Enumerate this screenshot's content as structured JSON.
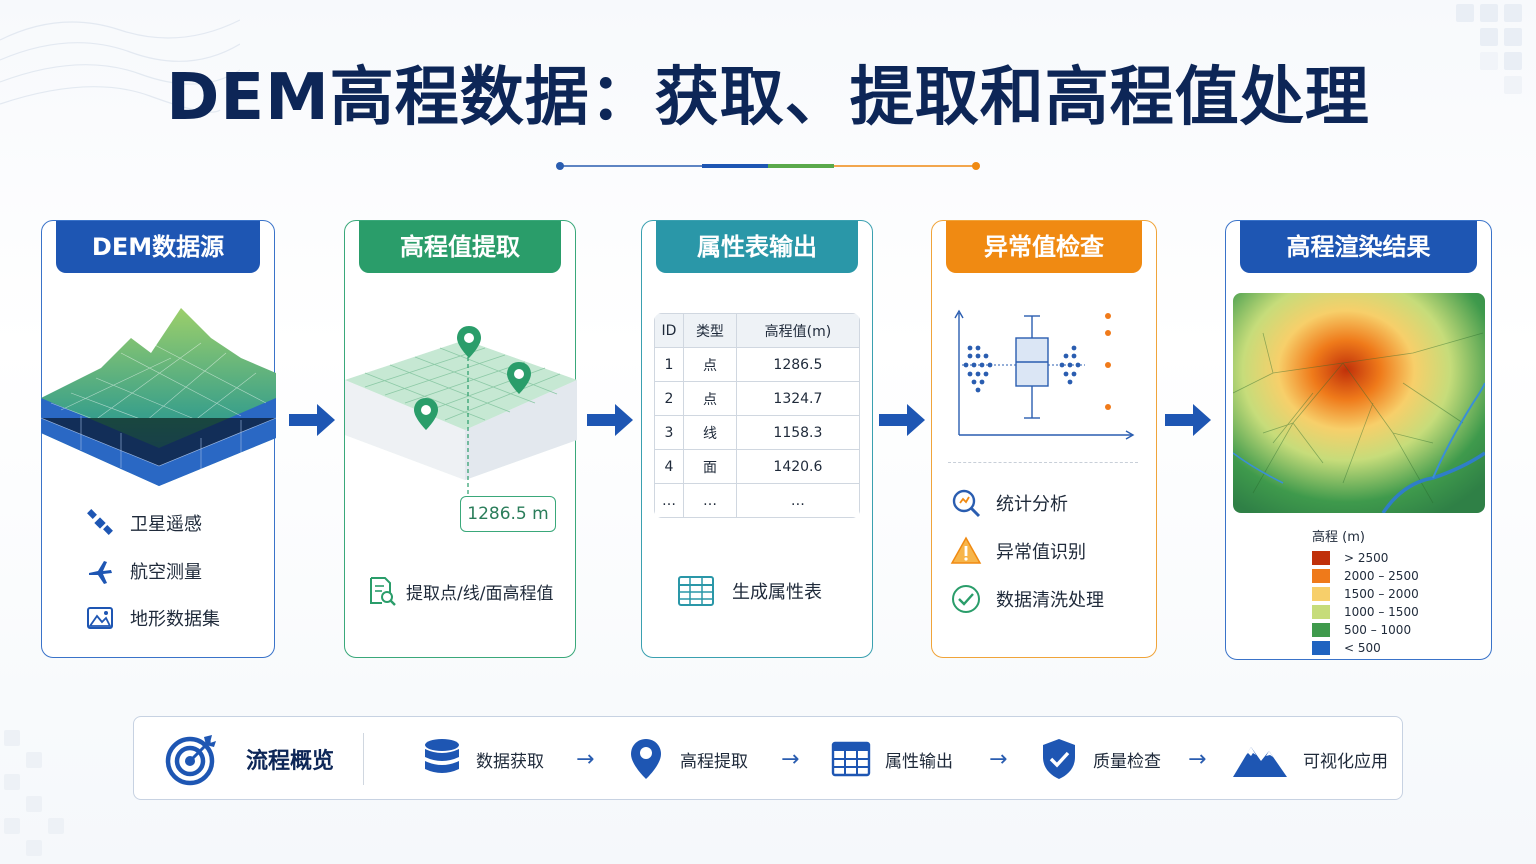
{
  "title": "DEM高程数据：获取、提取和高程值处理",
  "colors": {
    "blue": "#1e56b3",
    "green": "#2a9d6a",
    "teal": "#2a97a8",
    "orange": "#f08a12",
    "navy": "#0d2657"
  },
  "cards": [
    {
      "header": "DEM数据源",
      "items": [
        {
          "icon": "satellite-icon",
          "label": "卫星遥感"
        },
        {
          "icon": "airplane-icon",
          "label": "航空测量"
        },
        {
          "icon": "terrain-image-icon",
          "label": "地形数据集"
        }
      ]
    },
    {
      "header": "高程值提取",
      "value_tag": "1286.5 m",
      "caption": "提取点/线/面高程值",
      "caption_icon": "document-search-icon"
    },
    {
      "header": "属性表输出",
      "columns": [
        "ID",
        "类型",
        "高程值(m)"
      ],
      "rows": [
        [
          "1",
          "点",
          "1286.5"
        ],
        [
          "2",
          "点",
          "1324.7"
        ],
        [
          "3",
          "线",
          "1158.3"
        ],
        [
          "4",
          "面",
          "1420.6"
        ],
        [
          "…",
          "…",
          "…"
        ]
      ],
      "caption": "生成属性表",
      "caption_icon": "table-icon"
    },
    {
      "header": "异常值检查",
      "items": [
        {
          "icon": "magnifier-icon",
          "label": "统计分析"
        },
        {
          "icon": "warning-icon",
          "label": "异常值识别"
        },
        {
          "icon": "check-circle-icon",
          "label": "数据清洗处理"
        }
      ]
    },
    {
      "header": "高程渲染结果",
      "legend_title": "高程 (m)",
      "legend": [
        {
          "label": "> 2500",
          "color": "#c0300a"
        },
        {
          "label": "2000 – 2500",
          "color": "#ef7a1a"
        },
        {
          "label": "1500 – 2000",
          "color": "#f7cf6a"
        },
        {
          "label": "1000 – 1500",
          "color": "#c6dc7a"
        },
        {
          "label": "500 – 1000",
          "color": "#3f9a4c"
        },
        {
          "label": "< 500",
          "color": "#1f63c0"
        }
      ]
    }
  ],
  "overview": {
    "label": "流程概览",
    "steps": [
      {
        "icon": "database-icon",
        "label": "数据获取"
      },
      {
        "icon": "map-pin-icon",
        "label": "高程提取"
      },
      {
        "icon": "table-icon",
        "label": "属性输出"
      },
      {
        "icon": "shield-check-icon",
        "label": "质量检查"
      },
      {
        "icon": "mountain-icon",
        "label": "可视化应用"
      }
    ]
  }
}
